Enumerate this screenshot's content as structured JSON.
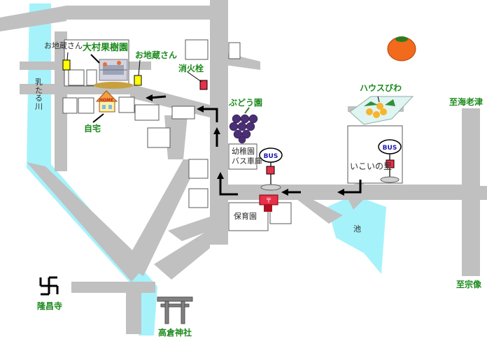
{
  "labels": {
    "ojizo_left": "お地蔵さん",
    "omura_orchard": "大村果樹園",
    "ojizo_right": "お地蔵さん",
    "hydrant": "消火栓",
    "grape_orchard": "ぶどう園",
    "house_biwa": "ハウスびわ",
    "to_ebitsu": "至海老津",
    "chichitaru_river": "乳たる川",
    "home": "自宅",
    "kindergarten_bus_garage": "幼稚園\nバス車庫",
    "ikoi_no_sato": "いこいの里",
    "nursery": "保育園",
    "pond": "池",
    "to_munakata": "至宗像",
    "ryushoji": "隆昌寺",
    "takakura_shrine": "高倉神社",
    "bus_sign": "BUS",
    "home_sign": "HOME"
  },
  "colors": {
    "road": "#c0c0c0",
    "river": "#a6f2fb",
    "label_green": "#1b8a1b",
    "hydrant": "#e8304a",
    "jizo": "#ffff00",
    "persimmon": "#f26a1b"
  },
  "icons": [
    "jizo-icon",
    "orchard-icon",
    "home-icon",
    "grapes-icon",
    "biwa-icon",
    "persimmon-icon",
    "bus-stop-icon",
    "mailbox-icon",
    "manji-icon",
    "torii-icon",
    "arrow-icon",
    "hydrant-icon"
  ]
}
